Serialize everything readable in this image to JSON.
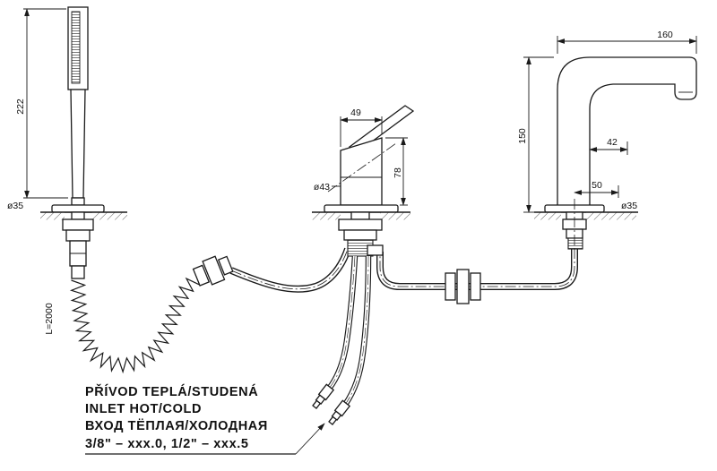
{
  "hand_shower": {
    "height_dim": "222",
    "diameter_label": "ø35",
    "hose_length_label": "L=2000"
  },
  "mixer": {
    "width_dim": "49",
    "height_dim": "78",
    "base_diameter_label": "ø43"
  },
  "spout": {
    "reach_dim": "160",
    "height_dim": "150",
    "offset_dim": "42",
    "base_offset_dim": "50",
    "base_diameter_label": "ø35"
  },
  "annotation": {
    "line1": "PŘÍVOD TEPLÁ/STUDENÁ",
    "line2": "INLET HOT/COLD",
    "line3": "ВХОД ТЁПЛАЯ/ХОЛОДНАЯ",
    "line4": "3/8\" – xxx.0, 1/2\" – xxx.5"
  },
  "colors": {
    "line": "#1a1a1a",
    "background": "#ffffff"
  }
}
